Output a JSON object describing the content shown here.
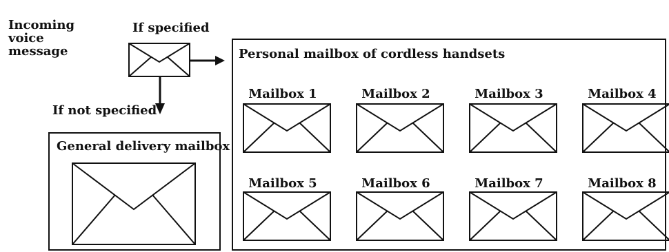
{
  "incoming_label": [
    "Incoming",
    "voice",
    "message"
  ],
  "if_specified_label": "If specified",
  "if_not_specified_label": "If not specified",
  "general_box": {
    "title": "General delivery mailbox",
    "icon": "envelope-icon"
  },
  "personal_box": {
    "title": "Personal mailbox of cordless handsets",
    "mailboxes": [
      {
        "label": "Mailbox 1",
        "icon": "envelope-icon"
      },
      {
        "label": "Mailbox 2",
        "icon": "envelope-icon"
      },
      {
        "label": "Mailbox 3",
        "icon": "envelope-icon"
      },
      {
        "label": "Mailbox 4",
        "icon": "envelope-icon"
      },
      {
        "label": "Mailbox 5",
        "icon": "envelope-icon"
      },
      {
        "label": "Mailbox 6",
        "icon": "envelope-icon"
      },
      {
        "label": "Mailbox 7",
        "icon": "envelope-icon"
      },
      {
        "label": "Mailbox 8",
        "icon": "envelope-icon"
      }
    ]
  },
  "colors": {
    "stroke": "#111111",
    "background": "#ffffff"
  }
}
